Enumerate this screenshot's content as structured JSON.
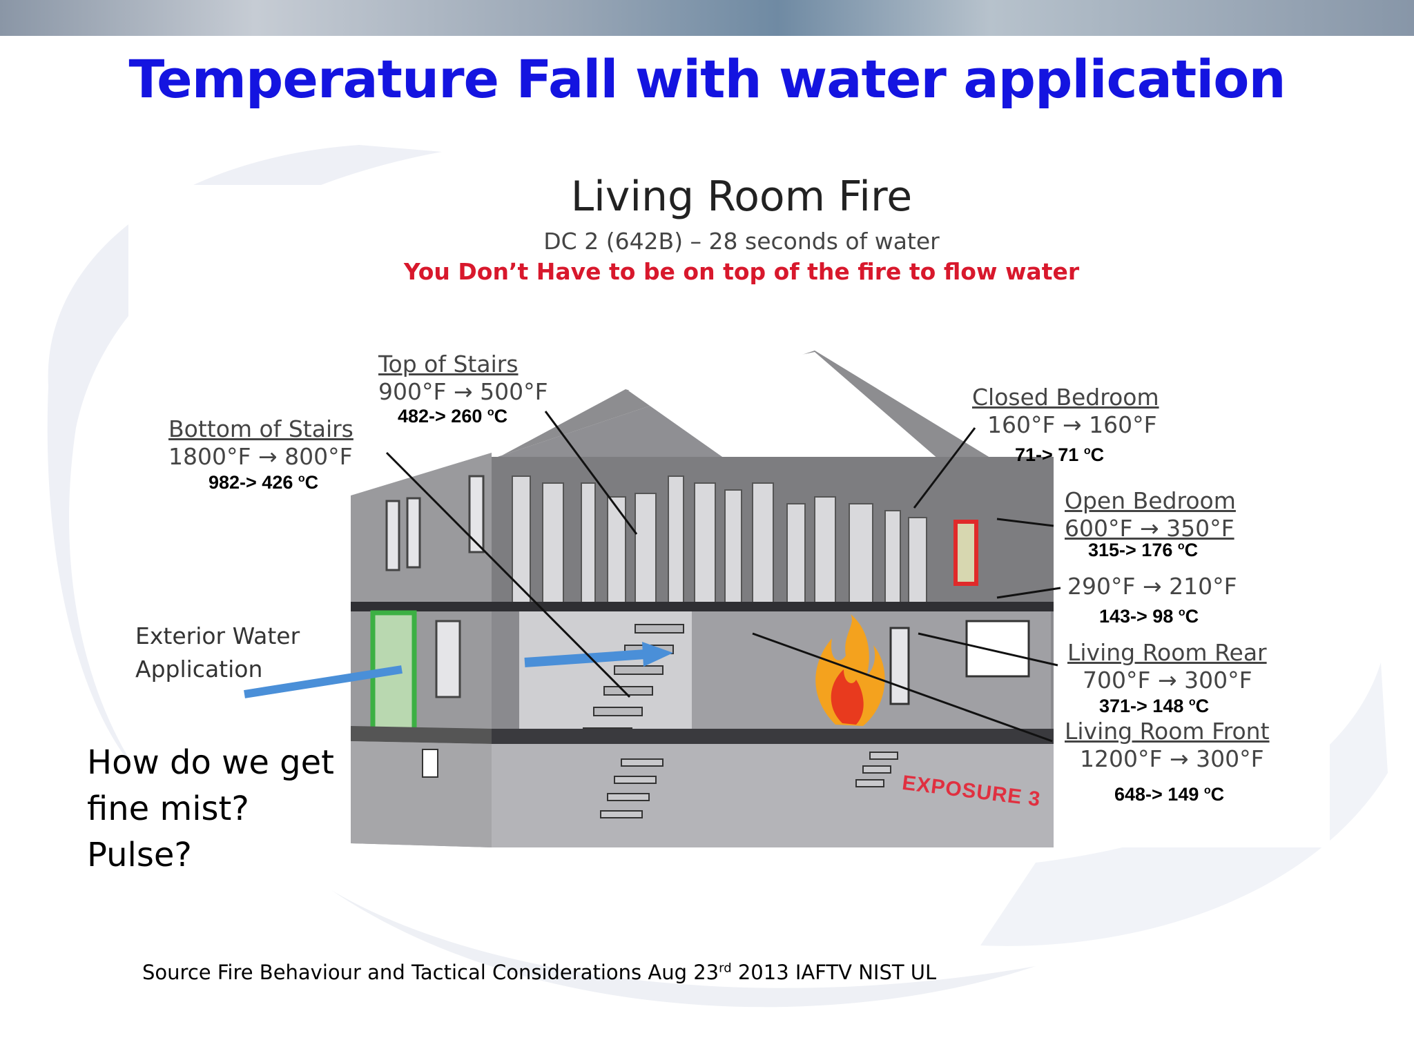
{
  "slide": {
    "title": "Temperature Fall with water application",
    "question_lines": [
      "How do we get",
      "fine mist?",
      "Pulse?"
    ],
    "source": {
      "prefix": "Source Fire Behaviour and Tactical Considerations Aug 23",
      "sup": "rd",
      "suffix": " 2013 IAFTV NIST UL"
    }
  },
  "diagram": {
    "title": "Living Room Fire",
    "subtitle": "DC 2 (642B) – 28 seconds of water",
    "note": "You Don’t Have to be on top of the fire to flow water",
    "exterior_label": [
      "Exterior Water",
      "Application"
    ],
    "exposure_label": "EXPOSURE 3",
    "locations": [
      {
        "name": "Top of Stairs",
        "fahrenheit": "900°F → 500°F",
        "celsius": "482-> 260 ",
        "unit": "C"
      },
      {
        "name": "Bottom of Stairs",
        "fahrenheit": "1800°F → 800°F",
        "celsius": "982-> 426 ",
        "unit": "C"
      },
      {
        "name": "Closed Bedroom",
        "fahrenheit": "160°F → 160°F",
        "celsius": "71-> 71 ",
        "unit": "C"
      },
      {
        "name": "Open Bedroom",
        "fahrenheit": "600°F → 350°F",
        "celsius": "315-> 176 ",
        "unit": "C"
      },
      {
        "name": "",
        "fahrenheit": "290°F → 210°F",
        "celsius": "143-> 98 ",
        "unit": "C"
      },
      {
        "name": "Living Room Rear",
        "fahrenheit": "700°F → 300°F",
        "celsius": "371-> 148 ",
        "unit": "C"
      },
      {
        "name": "Living Room Front",
        "fahrenheit": "1200°F → 300°F",
        "celsius": "648-> 149 ",
        "unit": "C"
      }
    ],
    "degree_mark": "o",
    "colors": {
      "title_blue": "#1414e0",
      "note_red": "#d8182c",
      "water_arrow": "#4a8fd8",
      "door_green": "#3cb043",
      "window_red": "#e02a2a",
      "house_grey": "#8d8d8f"
    }
  }
}
